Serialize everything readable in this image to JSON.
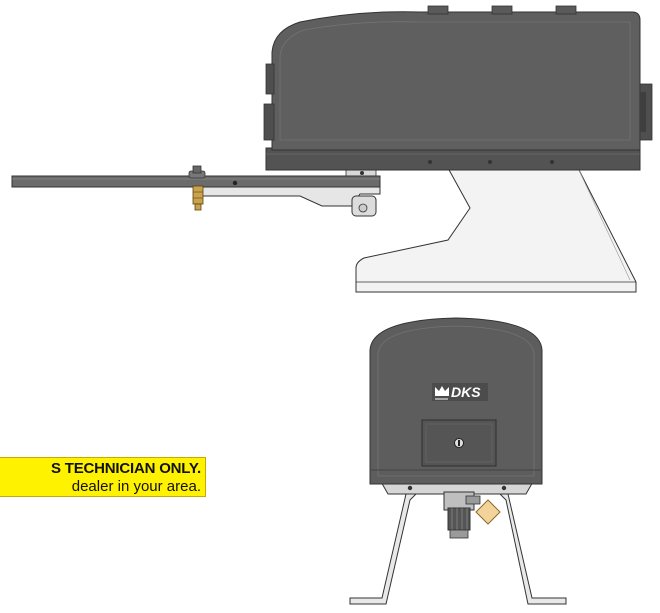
{
  "notice": {
    "line1": "S TECHNICIAN ONLY.",
    "line2": "dealer in your area."
  },
  "logo": {
    "brand": "DKS",
    "icon": "crown-icon"
  },
  "colors": {
    "housing": "#5e5e5e",
    "housing_dark": "#4a4a4a",
    "notice_bg": "#fff200",
    "stand": "#f2f2f2",
    "arm": "#6a6a6a",
    "brass": "#c8a040",
    "tag": "#f2d49a"
  }
}
